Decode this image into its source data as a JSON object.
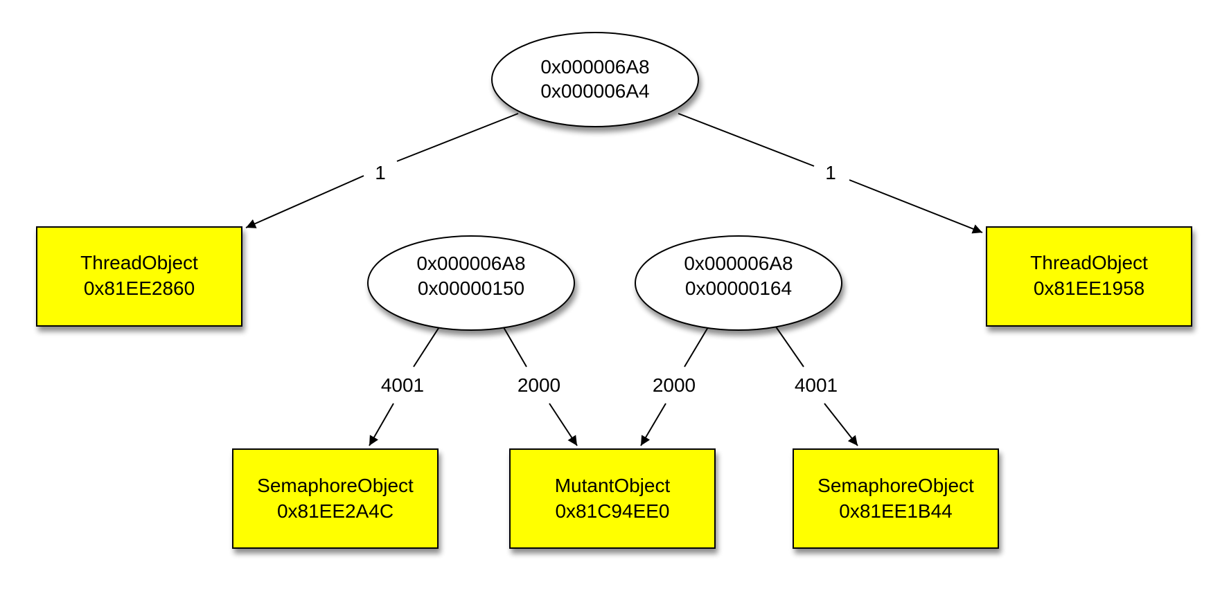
{
  "colors": {
    "object_fill": "#ffff00",
    "handle_fill": "#ffffff",
    "stroke": "#000000",
    "shadow": "#9a9a9a"
  },
  "handles": [
    {
      "line1": "0x000006A8",
      "line2": "0x000006A4"
    },
    {
      "line1": "0x000006A8",
      "line2": "0x00000150"
    },
    {
      "line1": "0x000006A8",
      "line2": "0x00000164"
    }
  ],
  "objects": [
    {
      "line1": "ThreadObject",
      "line2": "0x81EE2860"
    },
    {
      "line1": "ThreadObject",
      "line2": "0x81EE1958"
    },
    {
      "line1": "SemaphoreObject",
      "line2": "0x81EE2A4C"
    },
    {
      "line1": "MutantObject",
      "line2": "0x81C94EE0"
    },
    {
      "line1": "SemaphoreObject",
      "line2": "0x81EE1B44"
    }
  ],
  "edges": [
    {
      "from": "handle-0",
      "to": "object-0",
      "label": "1"
    },
    {
      "from": "handle-0",
      "to": "object-1",
      "label": "1"
    },
    {
      "from": "handle-1",
      "to": "object-2",
      "label": "4001"
    },
    {
      "from": "handle-1",
      "to": "object-3",
      "label": "2000"
    },
    {
      "from": "handle-2",
      "to": "object-3",
      "label": "2000"
    },
    {
      "from": "handle-2",
      "to": "object-4",
      "label": "4001"
    }
  ]
}
